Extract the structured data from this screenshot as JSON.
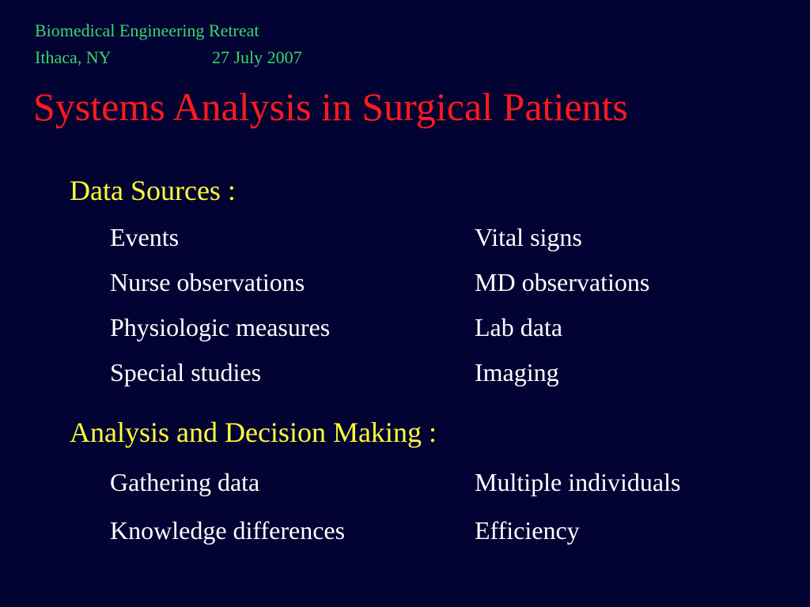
{
  "header": {
    "event": "Biomedical Engineering Retreat",
    "location": "Ithaca, NY",
    "date": "27 July 2007"
  },
  "title": "Systems Analysis in Surgical Patients",
  "sections": [
    {
      "heading": "Data Sources :",
      "rows": [
        [
          "Events",
          "Vital signs"
        ],
        [
          "Nurse observations",
          "MD observations"
        ],
        [
          "Physiologic measures",
          "Lab data"
        ],
        [
          "Special studies",
          "Imaging"
        ]
      ]
    },
    {
      "heading": "Analysis and Decision Making :",
      "rows": [
        [
          "Gathering data",
          "Multiple individuals"
        ],
        [
          "Knowledge differences",
          "Efficiency"
        ]
      ]
    }
  ],
  "colors": {
    "background": "#020233",
    "header_text": "#3ed46a",
    "title_text": "#ff1a1a",
    "heading_text": "#ffff33",
    "body_text": "#ffffff"
  }
}
